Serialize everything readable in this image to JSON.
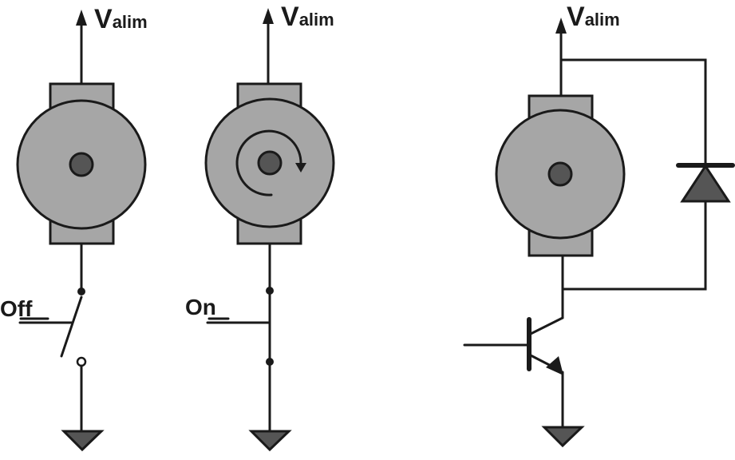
{
  "circuits": [
    {
      "supply_label_main": "V",
      "supply_label_sub": "alim",
      "switch_label": "Off"
    },
    {
      "supply_label_main": "V",
      "supply_label_sub": "alim",
      "switch_label": "On"
    },
    {
      "supply_label_main": "V",
      "supply_label_sub": "alim"
    }
  ],
  "colors": {
    "line": "#1a1a1a",
    "motor_body": "#a6a6a6",
    "component_fill": "#555555"
  },
  "icons": [
    "supply-arrow-icon",
    "motor-icon",
    "rotation-arrow-icon",
    "switch-icon",
    "ground-icon",
    "transistor-icon",
    "diode-icon"
  ]
}
